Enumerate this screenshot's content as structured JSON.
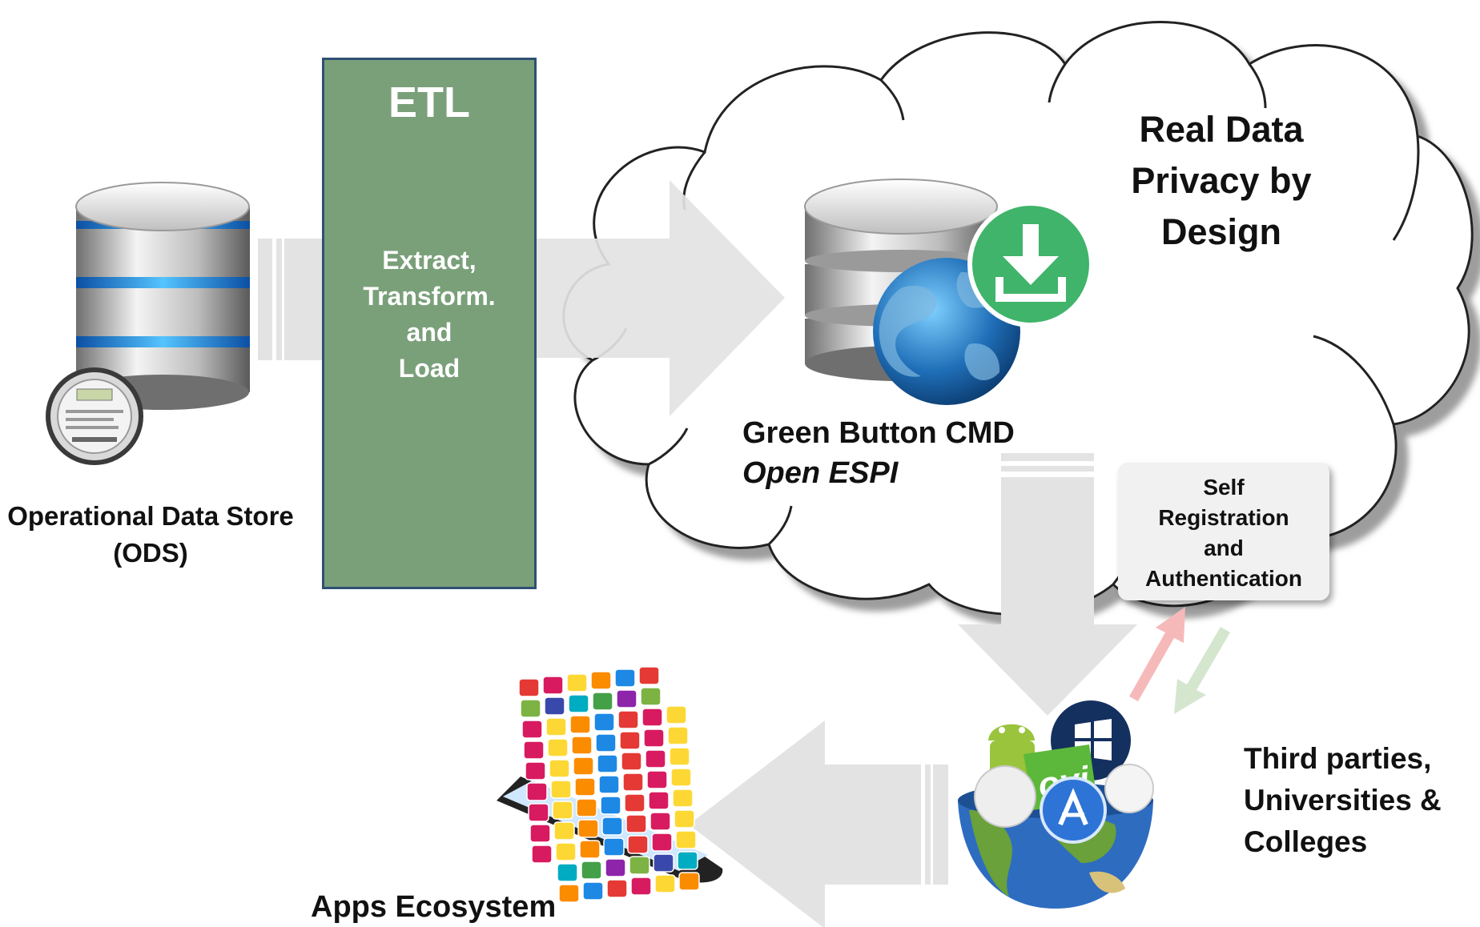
{
  "ods": {
    "label_line1": "Operational Data Store",
    "label_line2": "(ODS)"
  },
  "etl": {
    "title": "ETL",
    "lines": [
      "Extract,",
      "Transform.",
      "and",
      "Load"
    ]
  },
  "cloud": {
    "privacy_lines": [
      "Real Data",
      "Privacy by",
      "Design"
    ]
  },
  "green_button": {
    "title": "Green Button CMD",
    "subtitle": "Open ESPI"
  },
  "self_registration": {
    "lines": [
      "Self",
      "Registration",
      "and",
      "Authentication"
    ]
  },
  "third_parties": {
    "lines": [
      "Third parties,",
      "Universities &",
      "Colleges"
    ]
  },
  "apps": {
    "label": "Apps Ecosystem"
  },
  "colors": {
    "etl_fill": "#7aa07a",
    "etl_border": "#2f4f74",
    "download_badge": "#3fb46a",
    "arrow_gray": "#e3e3e3",
    "arrow_up_pink": "#f6b9b9",
    "arrow_down_green": "#d5e6cf"
  }
}
